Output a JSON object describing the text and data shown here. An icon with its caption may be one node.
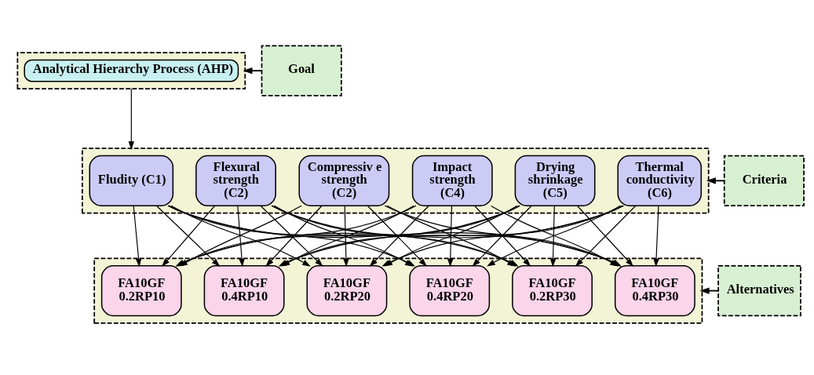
{
  "diagram": {
    "nodes": [
      {
        "text": [],
        "shape": "box"
      },
      {
        "text": [
          "Analytical Hierarchy Process (AHP)"
        ],
        "in": 0
      },
      {
        "text": [
          "Goal"
        ]
      },
      {
        "text": [],
        "shape": "box"
      },
      {
        "text": [
          "Fludity (C1)"
        ],
        "in": 3
      },
      {
        "text": [
          "Flexural strength (C2)"
        ],
        "in": 3
      },
      {
        "text": [
          "Compressiv e strength (C2)"
        ],
        "in": 3
      },
      {
        "text": [
          "Impact strength (C4)"
        ],
        "in": 3
      },
      {
        "text": [
          "Drying shrinkage (C5)"
        ],
        "in": 3
      },
      {
        "text": [
          "Thermal conductivity (C6)"
        ],
        "in": 3
      },
      {
        "text": [
          "Criteria"
        ]
      },
      {
        "text": [],
        "shape": "box"
      },
      {
        "text": [
          "FA10GF 0.2RP10"
        ],
        "in": 11
      },
      {
        "text": [
          "FA10GF 0.4RP10"
        ],
        "in": 11
      },
      {
        "text": [
          "FA10GF 0.2RP20"
        ],
        "in": 11
      },
      {
        "text": [
          "FA10GF 0.4RP20"
        ],
        "in": 11
      },
      {
        "text": [
          "FA10GF 0.2RP30"
        ],
        "in": 11
      },
      {
        "text": [
          "FA10GF 0.4RP30"
        ],
        "in": 11
      },
      {
        "text": [
          "Alternatives"
        ]
      }
    ],
    "edges": [
      {
        "from": 2,
        "to": 0,
        "arrow": "to"
      },
      {
        "from": 0,
        "to": 3,
        "arrow": "to"
      },
      {
        "from": 10,
        "to": 3,
        "arrow": "to"
      },
      {
        "from": 18,
        "to": 11,
        "arrow": "to"
      },
      {
        "from": 4,
        "to": 12,
        "arrow": "to"
      },
      {
        "from": 4,
        "to": 13,
        "arrow": "to"
      },
      {
        "from": 4,
        "to": 14,
        "arrow": "to"
      },
      {
        "from": 4,
        "to": 15,
        "arrow": "to"
      },
      {
        "from": 4,
        "to": 16,
        "arrow": "to"
      },
      {
        "from": 4,
        "to": 17,
        "arrow": "to"
      },
      {
        "from": 5,
        "to": 12,
        "arrow": "to"
      },
      {
        "from": 5,
        "to": 13,
        "arrow": "to"
      },
      {
        "from": 5,
        "to": 14,
        "arrow": "to"
      },
      {
        "from": 5,
        "to": 15,
        "arrow": "to"
      },
      {
        "from": 5,
        "to": 16,
        "arrow": "to"
      },
      {
        "from": 5,
        "to": 17,
        "arrow": "to"
      },
      {
        "from": 6,
        "to": 12,
        "arrow": "to"
      },
      {
        "from": 6,
        "to": 13,
        "arrow": "to"
      },
      {
        "from": 6,
        "to": 14,
        "arrow": "to"
      },
      {
        "from": 6,
        "to": 15,
        "arrow": "to"
      },
      {
        "from": 6,
        "to": 16,
        "arrow": "to"
      },
      {
        "from": 6,
        "to": 17,
        "arrow": "to"
      },
      {
        "from": 7,
        "to": 12,
        "arrow": "to"
      },
      {
        "from": 7,
        "to": 13,
        "arrow": "to"
      },
      {
        "from": 7,
        "to": 14,
        "arrow": "to"
      },
      {
        "from": 7,
        "to": 15,
        "arrow": "to"
      },
      {
        "from": 7,
        "to": 16,
        "arrow": "to"
      },
      {
        "from": 7,
        "to": 17,
        "arrow": "to"
      },
      {
        "from": 8,
        "to": 12,
        "arrow": "to"
      },
      {
        "from": 8,
        "to": 13,
        "arrow": "to"
      },
      {
        "from": 8,
        "to": 14,
        "arrow": "to"
      },
      {
        "from": 8,
        "to": 15,
        "arrow": "to"
      },
      {
        "from": 8,
        "to": 16,
        "arrow": "to"
      },
      {
        "from": 8,
        "to": 17,
        "arrow": "to"
      },
      {
        "from": 9,
        "to": 12,
        "arrow": "to"
      },
      {
        "from": 9,
        "to": 13,
        "arrow": "to"
      },
      {
        "from": 9,
        "to": 14,
        "arrow": "to"
      },
      {
        "from": 9,
        "to": 15,
        "arrow": "to"
      },
      {
        "from": 9,
        "to": 16,
        "arrow": "to"
      },
      {
        "from": 9,
        "to": 17,
        "arrow": "to"
      }
    ]
  }
}
